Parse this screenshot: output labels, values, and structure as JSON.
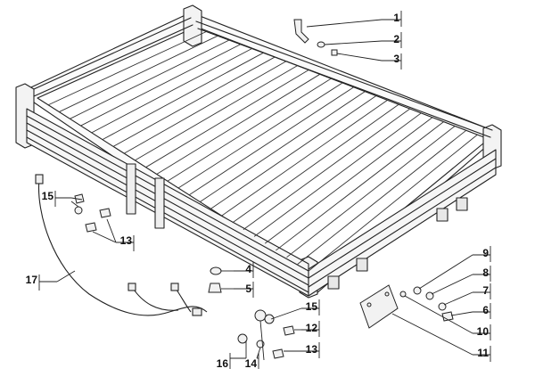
{
  "diagram": {
    "callouts": [
      "1",
      "2",
      "3",
      "4",
      "5",
      "6",
      "7",
      "8",
      "9",
      "10",
      "11",
      "12",
      "13",
      "13",
      "14",
      "15",
      "15",
      "16",
      "17"
    ]
  }
}
